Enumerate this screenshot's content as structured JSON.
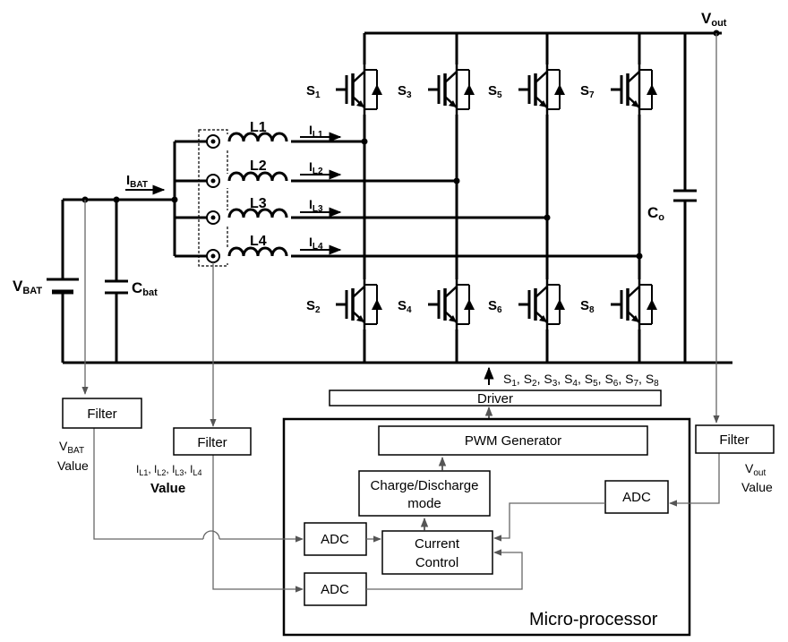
{
  "nodes": {
    "vout": {
      "main": "V",
      "sub": "out"
    },
    "vbat": {
      "main": "V",
      "sub": "BAT"
    },
    "cbat": {
      "main": "C",
      "sub": "bat"
    },
    "co": {
      "main": "C",
      "sub": "o"
    },
    "ibat": {
      "main": "I",
      "sub": "BAT"
    }
  },
  "inductors": [
    {
      "name": "L1",
      "current_main": "I",
      "current_sub": "L1"
    },
    {
      "name": "L2",
      "current_main": "I",
      "current_sub": "L2"
    },
    {
      "name": "L3",
      "current_main": "I",
      "current_sub": "L3"
    },
    {
      "name": "L4",
      "current_main": "I",
      "current_sub": "L4"
    }
  ],
  "switches": {
    "top": [
      {
        "main": "S",
        "sub": "1"
      },
      {
        "main": "S",
        "sub": "3"
      },
      {
        "main": "S",
        "sub": "5"
      },
      {
        "main": "S",
        "sub": "7"
      }
    ],
    "bottom": [
      {
        "main": "S",
        "sub": "2"
      },
      {
        "main": "S",
        "sub": "4"
      },
      {
        "main": "S",
        "sub": "6"
      },
      {
        "main": "S",
        "sub": "8"
      }
    ]
  },
  "gate_signals": [
    {
      "main": "S",
      "sub": "1"
    },
    {
      "main": "S",
      "sub": "2"
    },
    {
      "main": "S",
      "sub": "3"
    },
    {
      "main": "S",
      "sub": "4"
    },
    {
      "main": "S",
      "sub": "5"
    },
    {
      "main": "S",
      "sub": "6"
    },
    {
      "main": "S",
      "sub": "7"
    },
    {
      "main": "S",
      "sub": "8"
    }
  ],
  "blocks": {
    "driver": "Driver",
    "pwm": "PWM Generator",
    "mode_line1": "Charge/Discharge",
    "mode_line2": "mode",
    "current_control_line1": "Current",
    "current_control_line2": "Control",
    "adc": "ADC",
    "filter": "Filter",
    "microprocessor": "Micro-processor"
  },
  "values": {
    "vbat_main": "V",
    "vbat_sub": "BAT",
    "vbat_word": "Value",
    "il_text": "I",
    "il_subs": [
      "L1",
      "L2",
      "L3",
      "L4"
    ],
    "il_word": "Value",
    "vout_main": "V",
    "vout_sub": "out",
    "vout_word": "Value"
  }
}
